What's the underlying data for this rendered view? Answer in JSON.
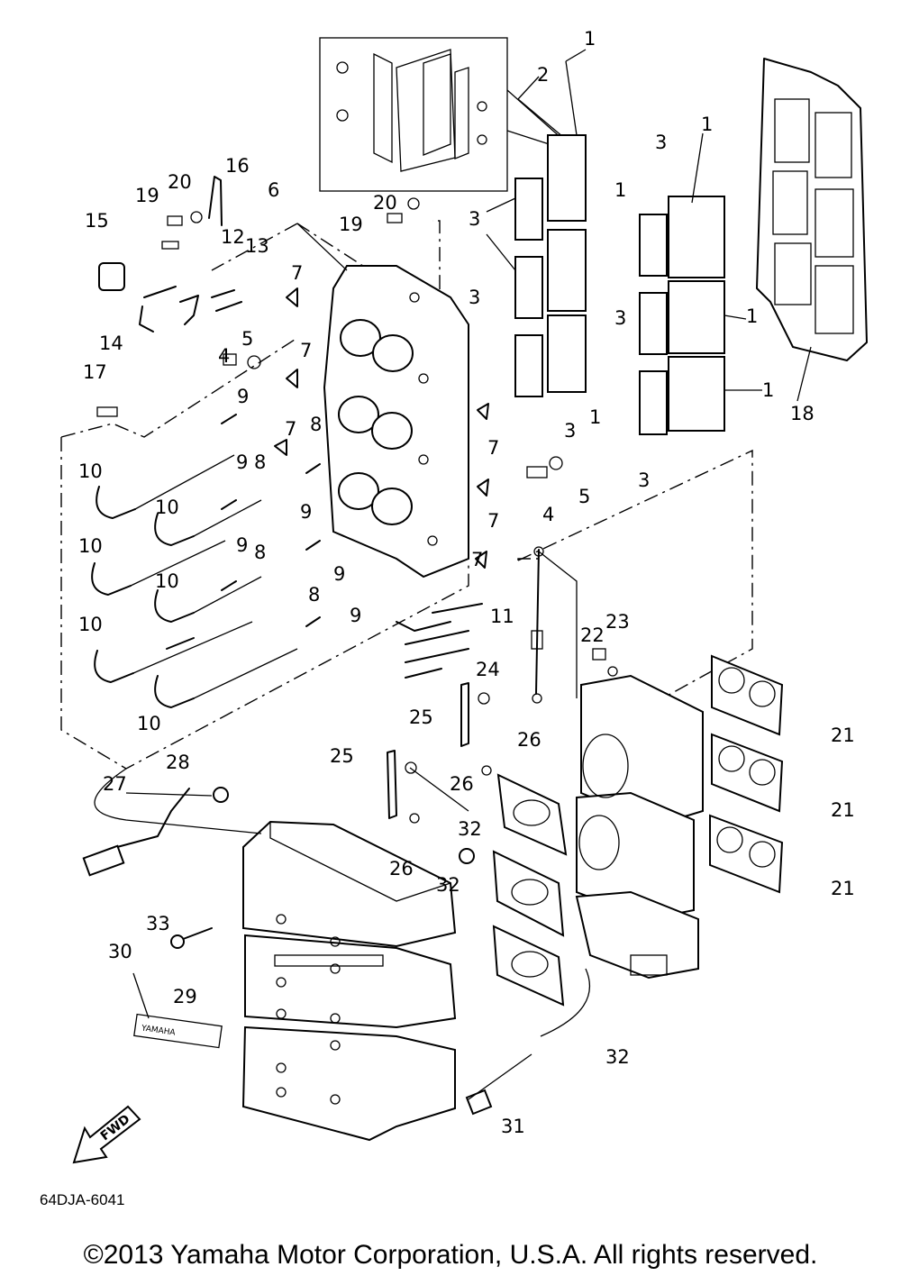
{
  "diagram": {
    "callouts": [
      "1",
      "2",
      "3",
      "4",
      "5",
      "6",
      "7",
      "8",
      "9",
      "10",
      "11",
      "12",
      "13",
      "14",
      "15",
      "16",
      "17",
      "18",
      "19",
      "20",
      "21",
      "22",
      "23",
      "24",
      "25",
      "26",
      "27",
      "28",
      "29",
      "30",
      "31",
      "32",
      "33"
    ],
    "fwd_label": "FWD",
    "badge_text": "YAMAHA",
    "figure_code": "64DJA-6041"
  },
  "footer": {
    "copyright": "©2013 Yamaha Motor Corporation, U.S.A. All rights reserved."
  }
}
